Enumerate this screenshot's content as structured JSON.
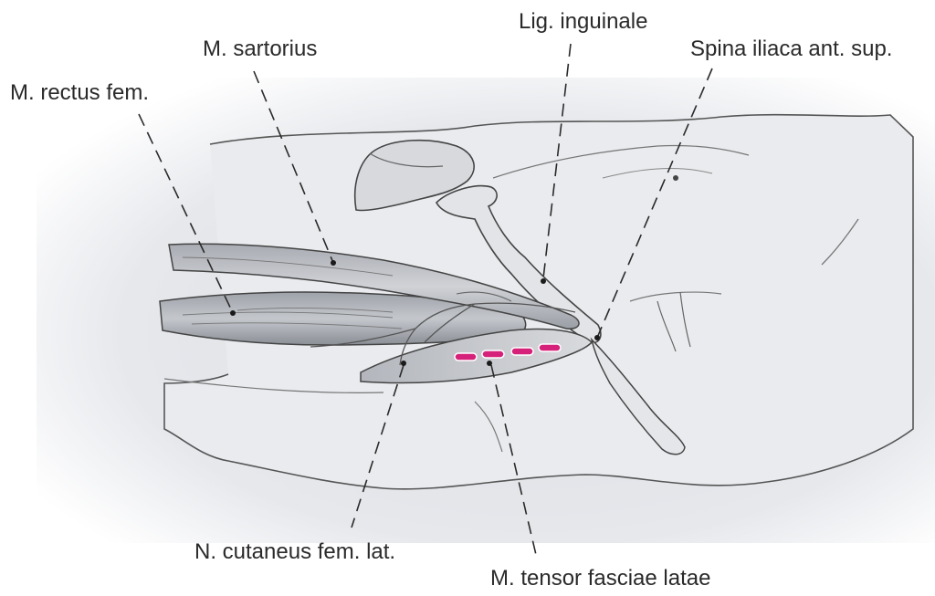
{
  "labels": {
    "rectus": "M. rectus fem.",
    "sartorius": "M. sartorius",
    "inguinale": "Lig. inguinale",
    "spina": "Spina iliaca ant. sup.",
    "cutaneus": "N. cutaneus fem. lat.",
    "tensor": "M. tensor fasciae latae"
  },
  "colors": {
    "incision": "#d6217a",
    "skin_shade": "#e4e6ea",
    "outline": "#4a4a4a",
    "leader": "#2a2a2a"
  }
}
